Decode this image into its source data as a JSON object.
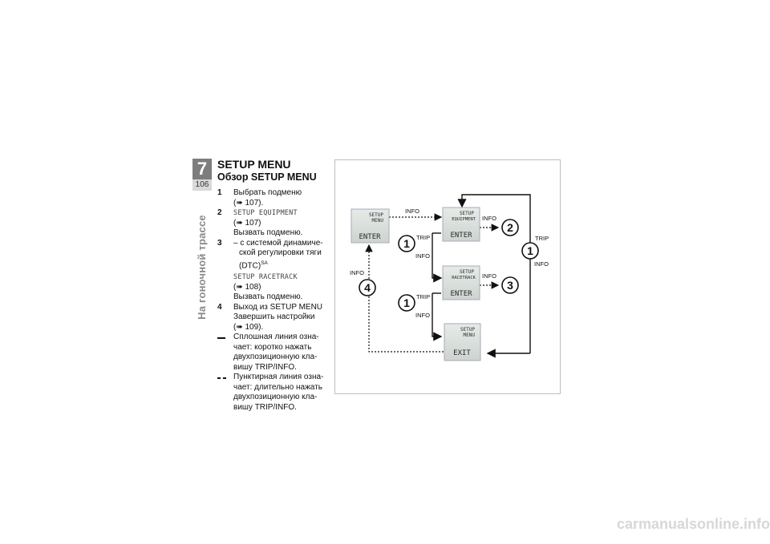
{
  "chapter": {
    "number": "7",
    "page": "106",
    "section": "На гоночной трассе"
  },
  "title": "SETUP MENU",
  "subtitle": "Обзор SETUP MENU",
  "items": {
    "i1": {
      "num": "1",
      "l1": "Выбрать подменю",
      "l2": "(➠ 107)."
    },
    "i2": {
      "num": "2",
      "code": "SETUP EQUIPMENT",
      "l2": "(➠ 107)",
      "l3": "Вызвать подменю."
    },
    "i3": {
      "num": "3",
      "l1a": "– с системой динамиче-",
      "l1b": "ской регулировки тяги",
      "l1c": "(DTC)",
      "sup": "SA",
      "code": "SETUP RACETRACK",
      "l2": "(➠ 108)",
      "l3": "Вызвать подменю."
    },
    "i4": {
      "num": "4",
      "l1": "Выход из SETUP MENU",
      "l2": "Завершить настройки",
      "l3": "(➠ 109)."
    },
    "solid": {
      "l1": "Сплошная линия озна-",
      "l2": "чает: коротко нажать",
      "l3": "двухпозиционную кла-",
      "l4": "вишу TRIP/INFO."
    },
    "dashed": {
      "l1": "Пунктирная линия озна-",
      "l2": "чает: длительно нажать",
      "l3": "двухпозиционную кла-",
      "l4": "вишу TRIP/INFO."
    }
  },
  "diagram": {
    "screens": {
      "setup_menu": {
        "t1": "SETUP",
        "t2": "MENU",
        "action": "ENTER"
      },
      "equipment": {
        "t1": "SETUP",
        "t2": "EQUIPMENT",
        "action": "ENTER"
      },
      "racetrack": {
        "t1": "SETUP",
        "t2": "RACETRACK",
        "action": "ENTER"
      },
      "exit": {
        "t1": "SETUP",
        "t2": "MENU",
        "action": "EXIT"
      }
    },
    "labels": {
      "info": "INFO",
      "trip": "TRIP"
    },
    "markers": {
      "m1": "1",
      "m2": "2",
      "m3": "3",
      "m4": "4"
    }
  },
  "watermark": "carmanualsonline.info"
}
